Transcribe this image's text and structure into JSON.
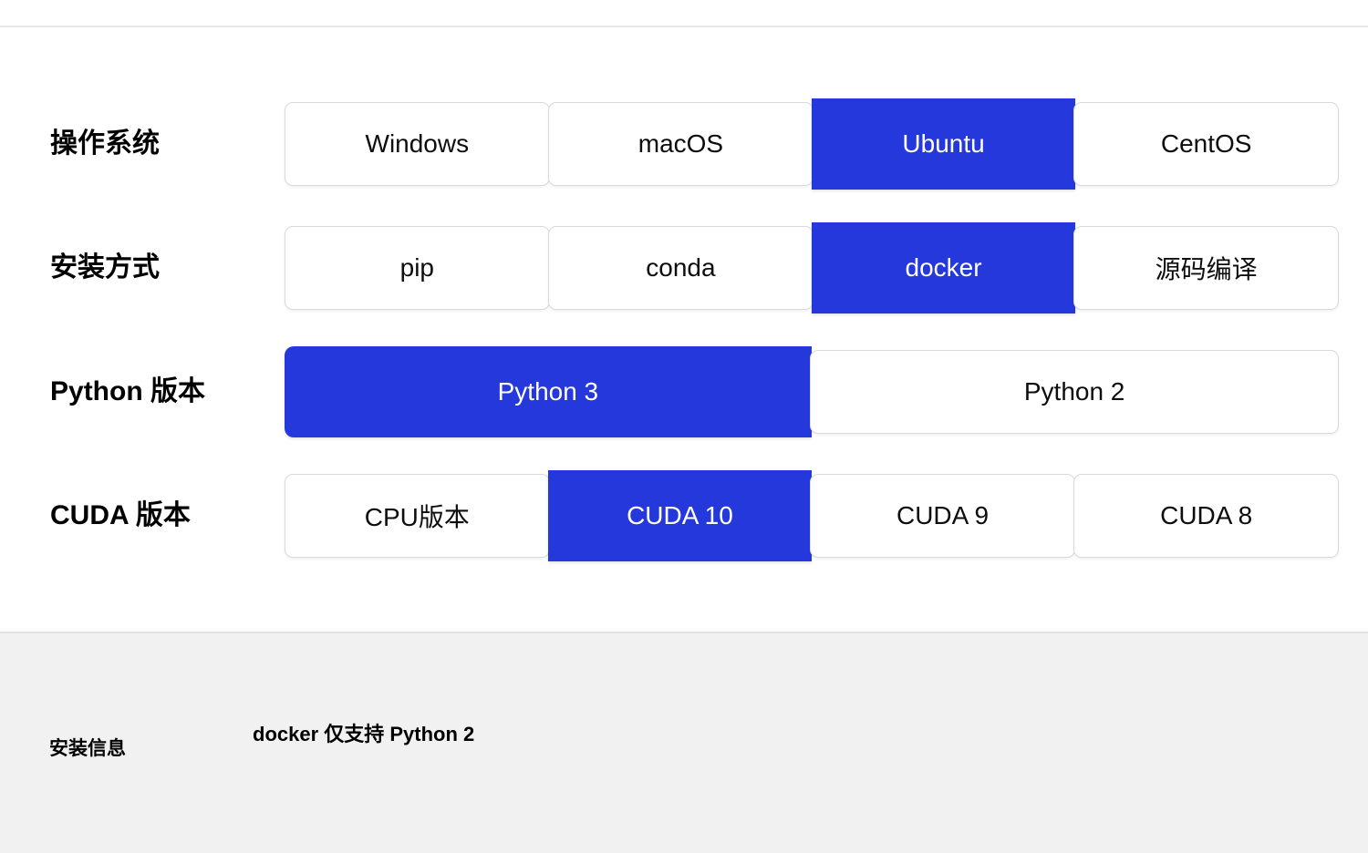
{
  "theme": {
    "accent": "#2438db",
    "footer_background": "#f1f1f1",
    "border": "#d9d9d9"
  },
  "rows": [
    {
      "label": "操作系统",
      "options": [
        {
          "label": "Windows",
          "selected": false
        },
        {
          "label": "macOS",
          "selected": false
        },
        {
          "label": "Ubuntu",
          "selected": true
        },
        {
          "label": "CentOS",
          "selected": false
        }
      ]
    },
    {
      "label": "安装方式",
      "options": [
        {
          "label": "pip",
          "selected": false
        },
        {
          "label": "conda",
          "selected": false
        },
        {
          "label": "docker",
          "selected": true
        },
        {
          "label": "源码编译",
          "selected": false
        }
      ]
    },
    {
      "label": "Python 版本",
      "options": [
        {
          "label": "Python 3",
          "selected": true
        },
        {
          "label": "Python 2",
          "selected": false
        }
      ]
    },
    {
      "label": "CUDA 版本",
      "options": [
        {
          "label": "CPU版本",
          "selected": false
        },
        {
          "label": "CUDA 10",
          "selected": true
        },
        {
          "label": "CUDA 9",
          "selected": false
        },
        {
          "label": "CUDA 8",
          "selected": false
        }
      ]
    }
  ],
  "footer": {
    "label": "安装信息",
    "message": "docker 仅支持 Python 2"
  }
}
